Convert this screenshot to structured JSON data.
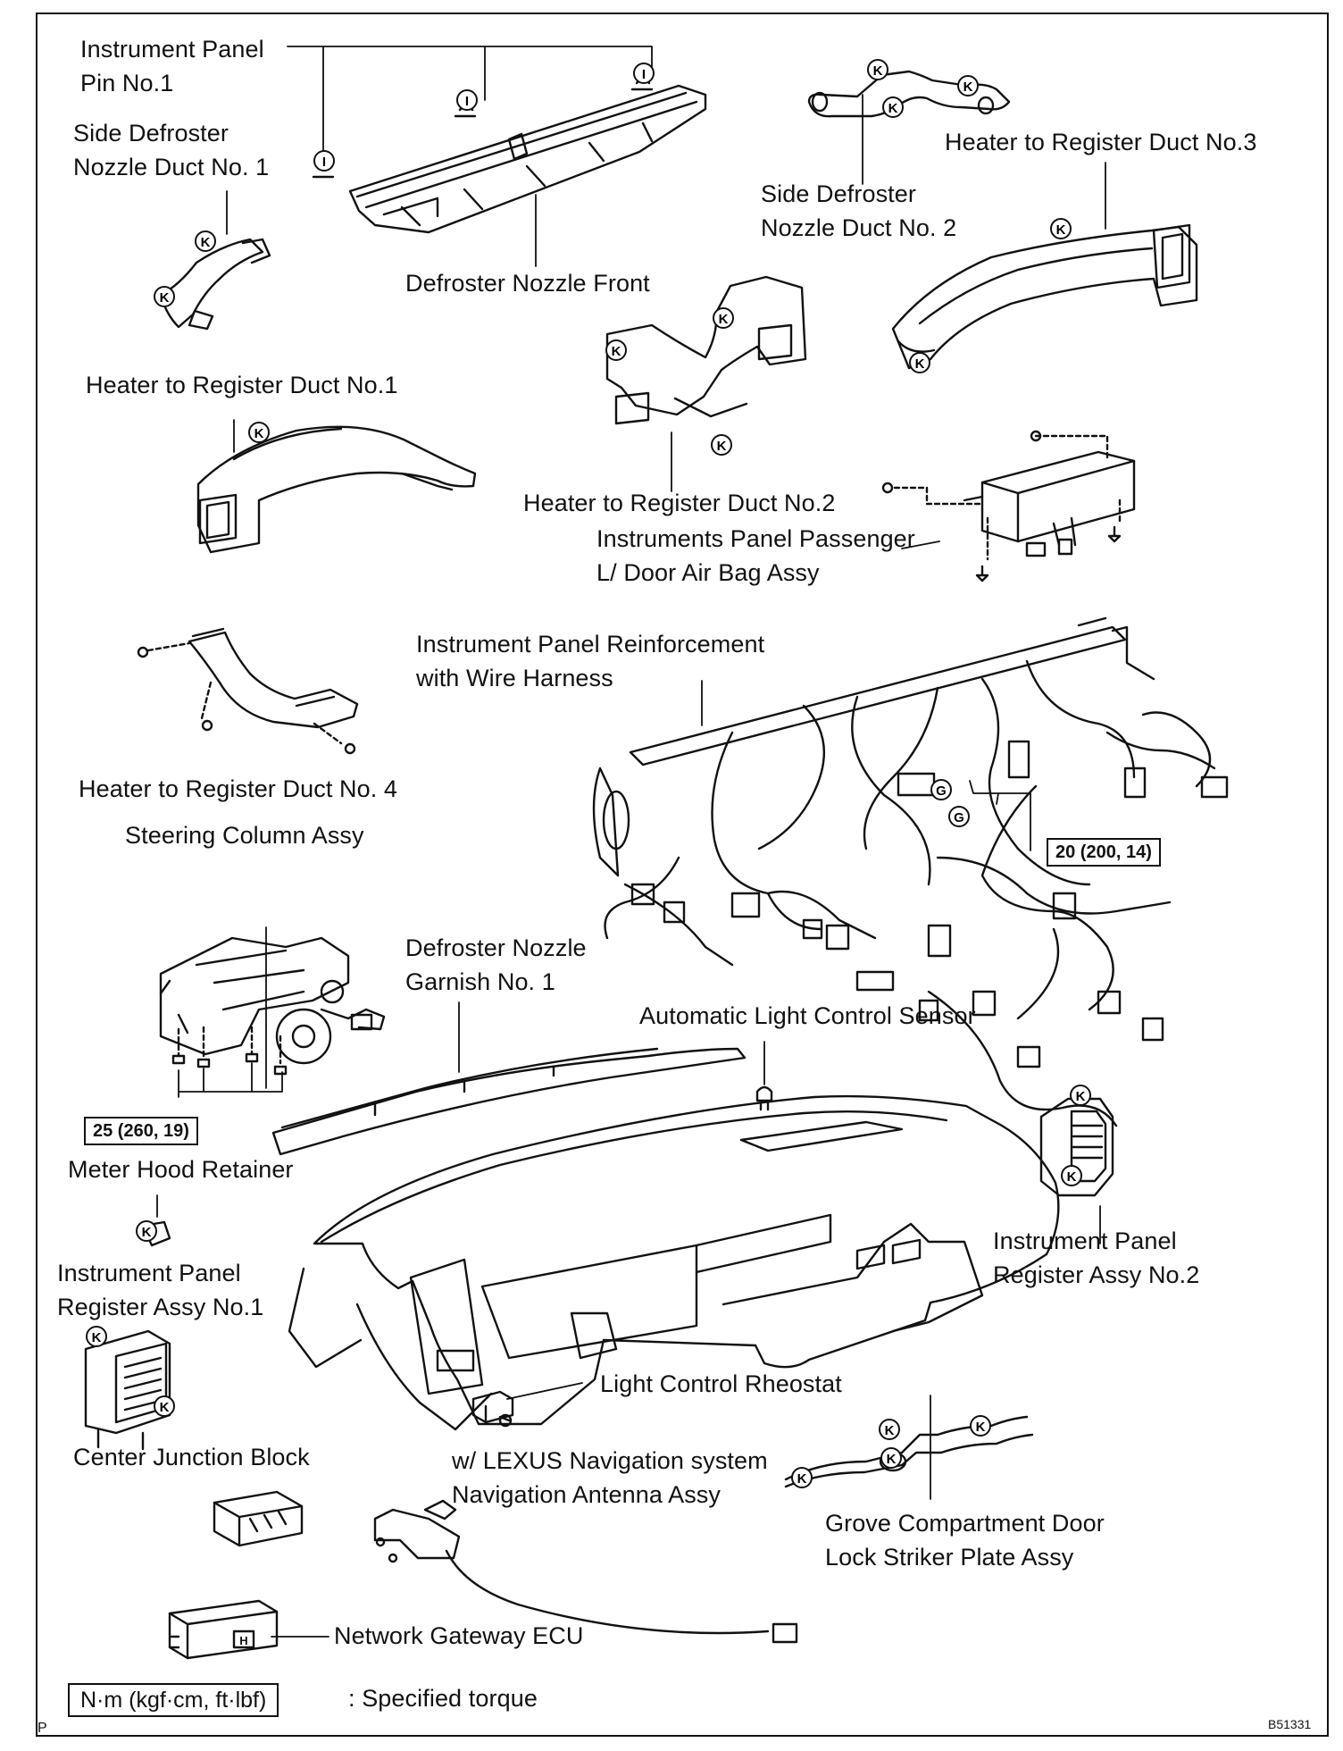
{
  "labels": {
    "instrument_panel_pin": [
      "Instrument Panel",
      "Pin No.1"
    ],
    "side_defroster_nozzle_duct_1": [
      "Side Defroster",
      "Nozzle Duct No. 1"
    ],
    "defroster_nozzle_front": [
      "Defroster Nozzle Front"
    ],
    "side_defroster_nozzle_duct_2": [
      "Side Defroster",
      "Nozzle Duct No. 2"
    ],
    "heater_register_duct_3": [
      "Heater to Register Duct No.3"
    ],
    "heater_register_duct_1": [
      "Heater to Register Duct No.1"
    ],
    "heater_register_duct_2": [
      "Heater to Register Duct No.2"
    ],
    "passenger_airbag": [
      "Instruments Panel Passenger",
      "L/ Door Air Bag Assy"
    ],
    "reinforcement": [
      "Instrument Panel Reinforcement",
      "with Wire Harness"
    ],
    "heater_register_duct_4": [
      "Heater to Register Duct No. 4"
    ],
    "steering_column": [
      "Steering Column Assy"
    ],
    "defroster_garnish": [
      "Defroster Nozzle",
      "Garnish No. 1"
    ],
    "auto_light_sensor": [
      "Automatic Light Control Sensor"
    ],
    "meter_hood_retainer": [
      "Meter Hood Retainer"
    ],
    "register_assy_1": [
      "Instrument Panel",
      "Register Assy No.1"
    ],
    "register_assy_2": [
      "Instrument Panel",
      "Register Assy No.2"
    ],
    "light_rheostat": [
      "Light Control Rheostat"
    ],
    "center_junction_block": [
      "Center Junction Block"
    ],
    "navigation_antenna": [
      "w/ LEXUS Navigation system",
      "Navigation Antenna Assy"
    ],
    "glove_striker": [
      "Grove Compartment Door",
      "Lock Striker Plate Assy"
    ],
    "network_gateway": [
      "Network Gateway ECU"
    ]
  },
  "torques": {
    "reinforcement_bolt": "20 (200, 14)",
    "steering_column_nut": "25 (260, 19)"
  },
  "legend": {
    "unit_box": "N·m (kgf·cm, ft·lbf)",
    "description": ": Specified torque"
  },
  "marks": {
    "clip_k": "K",
    "clip_i": "I",
    "clip_g": "G",
    "connector_h": "H"
  },
  "footer": {
    "page_letter": "P",
    "figure_code": "B51331"
  }
}
